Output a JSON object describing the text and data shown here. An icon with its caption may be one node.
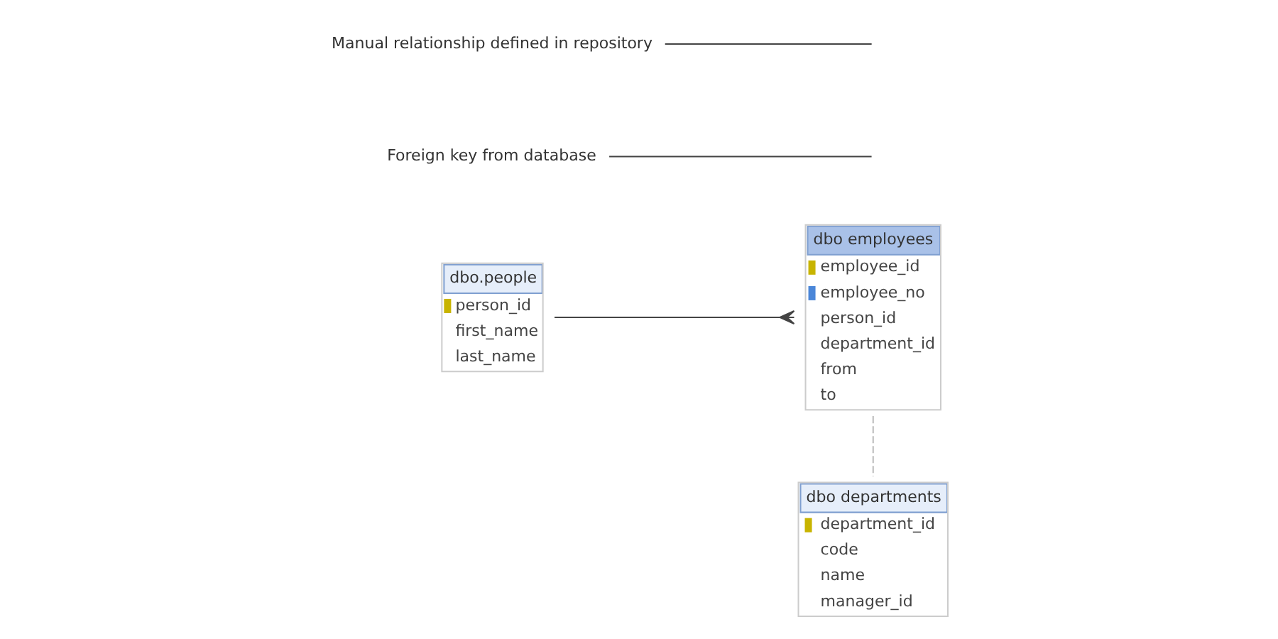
{
  "diagram": {
    "nodes": [
      {
        "text": [
          "dbo.people",
          "person_id",
          "first_name",
          "last_name"
        ]
      },
      {
        "text": [
          "dbo employees",
          "employee_id",
          "employee_no",
          "person_id",
          "department_id",
          "from",
          "to"
        ]
      },
      {
        "text": [
          "dbo departments",
          "department_id",
          "code",
          "name",
          "manager_id"
        ]
      },
      {
        "text": [
          "Foreign key from database"
        ]
      },
      {
        "text": [
          "Manual relationship defined in repository"
        ]
      }
    ],
    "edges": [
      {
        "from": 0,
        "to": 1,
        "arrow": "other"
      },
      {
        "from": 1,
        "to": 2,
        "arrow": "none",
        "style": "dashed",
        "color": "#bbbbbb"
      },
      {
        "from": 3,
        "to": null,
        "arrow": "none"
      },
      {
        "from": 4,
        "to": null,
        "arrow": "none"
      }
    ]
  }
}
